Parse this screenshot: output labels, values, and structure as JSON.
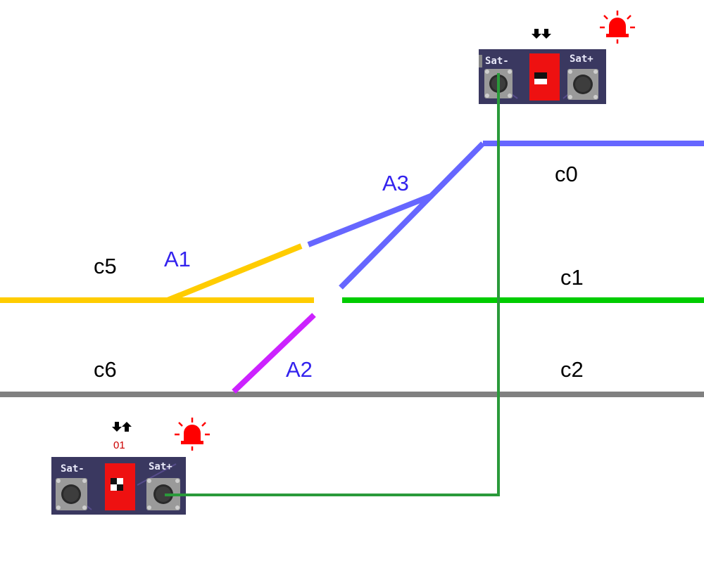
{
  "colors": {
    "yellow": "#ffcc00",
    "blue_track": "#6666ff",
    "green_track": "#00cc00",
    "purple_track": "#cc22ff",
    "gray_track": "#808080",
    "wire": "#2a9a3a",
    "label_blue": "#3322ee",
    "alarm_red": "#ff0000",
    "pcb": "#3a3860",
    "dip_red": "#ee1111"
  },
  "tracks": [
    {
      "name": "c0",
      "color": "blue_track"
    },
    {
      "name": "c1",
      "color": "green_track"
    },
    {
      "name": "c2",
      "color": "gray_track"
    },
    {
      "name": "c5",
      "color": "yellow"
    },
    {
      "name": "c6",
      "color": "gray_track"
    }
  ],
  "labels": {
    "c0": "c0",
    "c1": "c1",
    "c2": "c2",
    "c5": "c5",
    "c6": "c6",
    "a1": "A1",
    "a2": "A2",
    "a3": "A3"
  },
  "modules": {
    "top": {
      "btn_minus": "Sat-",
      "btn_plus": "Sat+",
      "direction_icon": "double-down-arrow-icon",
      "direction_glyph": "⬇⬇",
      "dip_code": "",
      "alarm_icon": "alarm-light-icon"
    },
    "bottom": {
      "btn_minus": "Sat-",
      "btn_plus": "Sat+",
      "direction_icon": "down-up-arrow-icon",
      "direction_glyph": "⬇⬆",
      "dip_code": "01",
      "alarm_icon": "alarm-light-icon"
    }
  }
}
